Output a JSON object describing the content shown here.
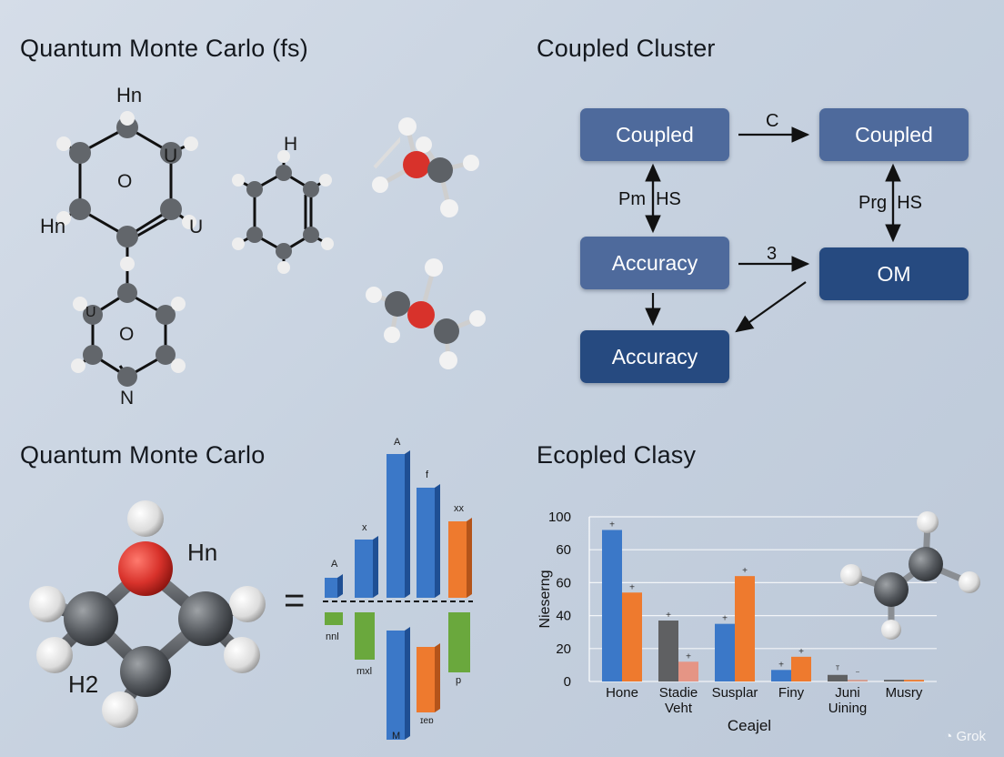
{
  "panels": {
    "top_left": {
      "title": "Quantum Monte Carlo (fs)",
      "labels": [
        "Hn",
        "O",
        "U",
        "Hn",
        "U",
        "U",
        "O",
        "N",
        "H"
      ]
    },
    "top_right": {
      "title": "Coupled Cluster",
      "nodes": [
        "Coupled",
        "Coupled",
        "Accuracy",
        "OM",
        "Accuracy"
      ],
      "edge_labels": [
        "C",
        "Pm  HS",
        "Prg  HS",
        "3"
      ]
    },
    "bottom_left": {
      "title": "Quantum Monte Carlo",
      "labels": [
        "Hn",
        "H2",
        "="
      ],
      "bar_labels": [
        "A",
        "x",
        "A",
        "f",
        "xx",
        "nnl",
        "mxl",
        "M",
        "ɪeɒ",
        "p"
      ]
    },
    "bottom_right": {
      "title": "Ecopled Clasy"
    }
  },
  "chart_data": {
    "type": "bar",
    "ylabel": "Nieserng",
    "xlabel": "Ceajel",
    "ylim": [
      0,
      100
    ],
    "y_ticks": [
      "100",
      "60",
      "60",
      "40",
      "20",
      "0"
    ],
    "categories": [
      "Hone",
      "Stadie\nVeht",
      "Susplar",
      "Finy",
      "Juni\nUining",
      "Musry"
    ],
    "category_lines": [
      [
        "Hone"
      ],
      [
        "Stadie",
        "Veht"
      ],
      [
        "Susplar"
      ],
      [
        "Finy"
      ],
      [
        "Juni",
        "Uining"
      ],
      [
        "Musry"
      ]
    ],
    "series": [
      {
        "values": [
          92,
          37,
          35,
          7,
          4,
          1
        ],
        "colors": [
          "#3b78c8",
          "#5f6062",
          "#3b78c8",
          "#3b78c8",
          "#5f6062",
          "#5f6062"
        ]
      },
      {
        "values": [
          54,
          12,
          64,
          15,
          1,
          1
        ],
        "colors": [
          "#ee7a2e",
          "#e59585",
          "#ee7a2e",
          "#ee7a2e",
          "#d59a8c",
          "#ee7a2e"
        ]
      }
    ],
    "markers": [
      "+",
      "+",
      "+",
      "+",
      "+",
      "+",
      "+",
      "+",
      "ᵀ",
      "⁻"
    ]
  },
  "watermark": "Grok",
  "colors": {
    "node_light": "#4e6a9c",
    "node_dark": "#264a80",
    "blue": "#3b78c8",
    "orange": "#ee7a2e",
    "green": "#6aa83d",
    "atom_red": "#d8322b",
    "atom_grey": "#606468"
  }
}
